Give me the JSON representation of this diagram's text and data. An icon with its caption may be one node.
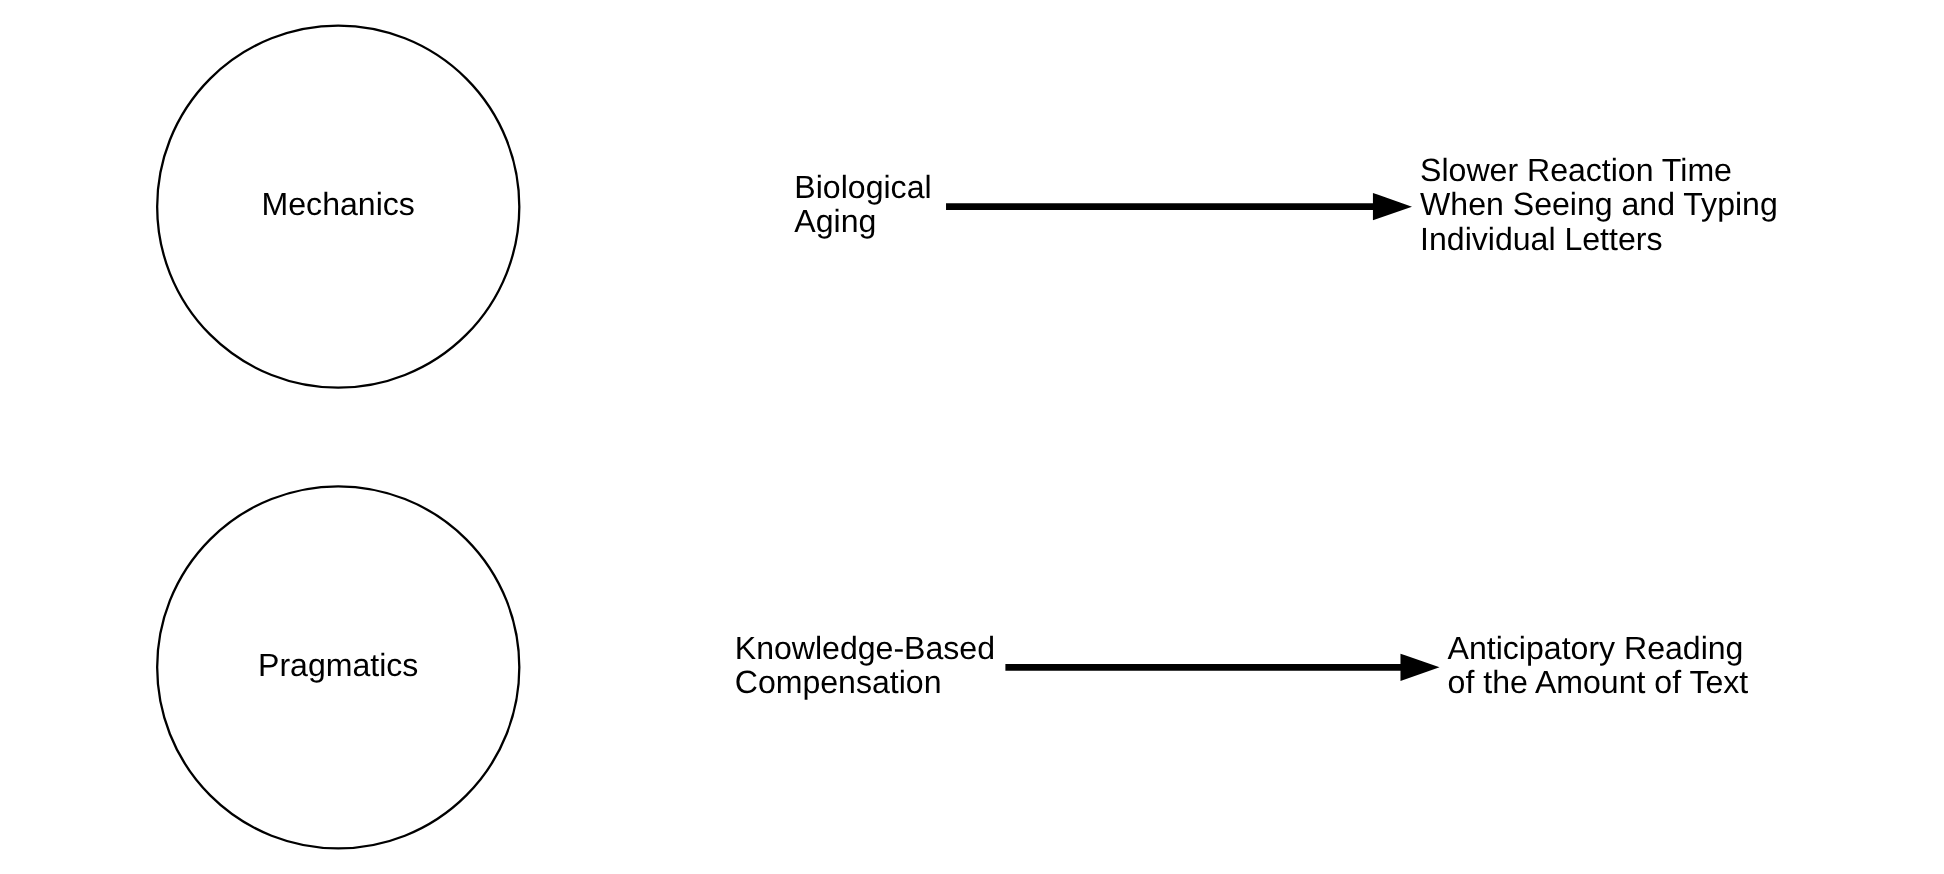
{
  "diagram": {
    "nodes": [
      {
        "text": [
          "Mechanics"
        ]
      },
      {
        "text": [
          "Pragmatics"
        ]
      },
      {
        "text": [
          "Biological Aging"
        ]
      },
      {
        "text": [
          "Slower Reaction Time When Seeing and Typing Individual Letters"
        ]
      },
      {
        "text": [
          "Knowledge-Based Compensation"
        ]
      },
      {
        "text": [
          "Anticipatory Reading of the Amount of Text"
        ]
      }
    ],
    "edges": [
      {
        "from": 2,
        "to": 3,
        "arrow": "to"
      },
      {
        "from": 4,
        "to": 5,
        "arrow": "to"
      }
    ]
  }
}
